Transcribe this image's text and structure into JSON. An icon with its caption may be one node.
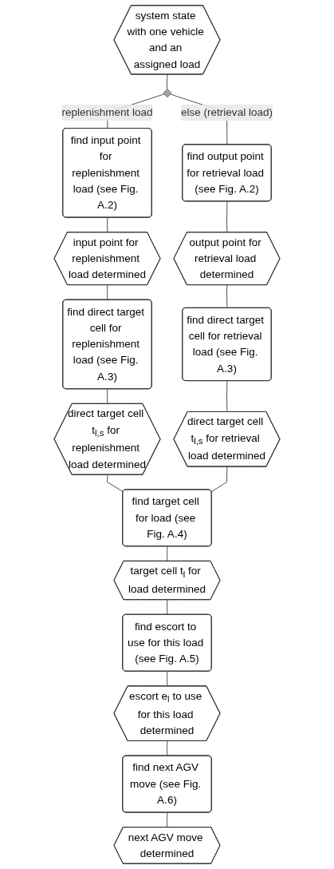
{
  "diagram": {
    "nodes": [
      {
        "text": [
          "system state with one vehicle and an assigned load"
        ]
      },
      {
        "text": [],
        "shape": "diamond"
      },
      {
        "text": [
          "find input point for replenishment load (see Fig. A.2)"
        ]
      },
      {
        "text": [
          "input point for replenishment load determined"
        ]
      },
      {
        "text": [
          "find direct target cell for replenishment load (see Fig. A.3)"
        ]
      },
      {
        "text": [
          "direct target cell t$_{l,s}$ for replenishment load determined"
        ]
      },
      {
        "text": [
          "find output point for retrieval load (see Fig. A.2)"
        ]
      },
      {
        "text": [
          "output point for retrieval load determined"
        ]
      },
      {
        "text": [
          "find direct target cell for retrieval load (see Fig. A.3)"
        ]
      },
      {
        "text": [
          "direct target cell t$_{l,s}$ for retrieval load determined"
        ]
      },
      {
        "text": [
          "find target cell for load (see Fig. A.4)"
        ]
      },
      {
        "text": [
          "target cell t$_{l}$ for load determined"
        ]
      },
      {
        "text": [
          "find escort to use for this load (see Fig. A.5)"
        ]
      },
      {
        "text": [
          "escort e$_{l}$ to use for this load determined"
        ]
      },
      {
        "text": [
          "find next AGV move (see Fig. A.6)"
        ]
      },
      {
        "text": [
          "next AGV move determined"
        ]
      }
    ],
    "edges": [
      {
        "from": 0,
        "to": 1,
        "arrow": "none"
      },
      {
        "from": 1,
        "to": 2,
        "arrow": "none",
        "label": "replenishment load"
      },
      {
        "from": 2,
        "to": 3,
        "arrow": "none"
      },
      {
        "from": 3,
        "to": 4,
        "arrow": "none"
      },
      {
        "from": 4,
        "to": 5,
        "arrow": "none"
      },
      {
        "from": 1,
        "to": 6,
        "arrow": "none",
        "label": "else (retrieval load)"
      },
      {
        "from": 6,
        "to": 7,
        "arrow": "none"
      },
      {
        "from": 7,
        "to": 8,
        "arrow": "none"
      },
      {
        "from": 8,
        "to": 9,
        "arrow": "none"
      },
      {
        "from": 5,
        "to": 10,
        "arrow": "none"
      },
      {
        "from": 9,
        "to": 10,
        "arrow": "none"
      },
      {
        "from": 10,
        "to": 11,
        "arrow": "none"
      },
      {
        "from": 11,
        "to": 12,
        "arrow": "none"
      },
      {
        "from": 12,
        "to": 13,
        "arrow": "none"
      },
      {
        "from": 13,
        "to": 14,
        "arrow": "none"
      },
      {
        "from": 14,
        "to": 15,
        "arrow": "none"
      }
    ]
  }
}
